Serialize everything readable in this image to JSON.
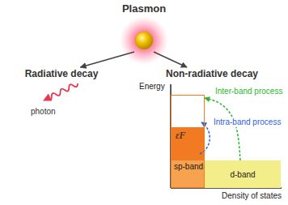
{
  "diagram": {
    "nodes": [
      {
        "text": [
          "Plasmon"
        ]
      },
      {
        "text": [
          "Radiative decay"
        ]
      },
      {
        "text": [
          "Non-radiative decay"
        ]
      },
      {
        "text": [
          "εF",
          "sp-band"
        ]
      },
      {
        "text": [
          "d-band"
        ]
      }
    ],
    "edges": [
      {
        "from": 0,
        "to": 1,
        "arrow": "to"
      },
      {
        "from": 0,
        "to": 2,
        "arrow": "to"
      },
      {
        "from": 4,
        "to": 3,
        "arrow": "to",
        "label": "Inter-band process"
      }
    ],
    "labels": [
      "photon",
      "Energy",
      "Density of states",
      "Intra-band process"
    ]
  }
}
